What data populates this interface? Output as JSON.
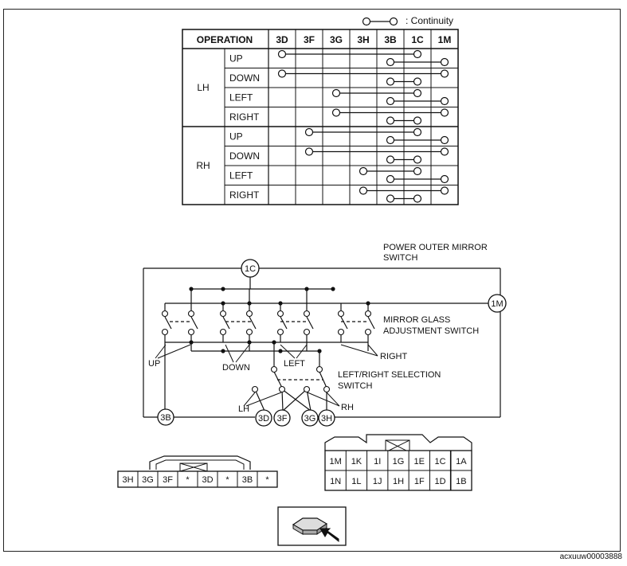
{
  "legend": {
    "text": ": Continuity"
  },
  "table": {
    "header": "OPERATION",
    "terminals": [
      "3D",
      "3F",
      "3G",
      "3H",
      "3B",
      "1C",
      "1M"
    ],
    "groups": [
      {
        "name": "LH",
        "ops": [
          "UP",
          "DOWN",
          "LEFT",
          "RIGHT"
        ]
      },
      {
        "name": "RH",
        "ops": [
          "UP",
          "DOWN",
          "LEFT",
          "RIGHT"
        ]
      }
    ],
    "continuity": [
      [
        [
          "3D",
          "1C"
        ],
        [
          "3B",
          "1M"
        ]
      ],
      [
        [
          "3D",
          "1M"
        ],
        [
          "3B",
          "1C"
        ]
      ],
      [
        [
          "3G",
          "1C"
        ],
        [
          "3B",
          "1M"
        ]
      ],
      [
        [
          "3G",
          "1M"
        ],
        [
          "3B",
          "1C"
        ]
      ],
      [
        [
          "3F",
          "1C"
        ],
        [
          "3B",
          "1M"
        ]
      ],
      [
        [
          "3F",
          "1M"
        ],
        [
          "3B",
          "1C"
        ]
      ],
      [
        [
          "3H",
          "1C"
        ],
        [
          "3B",
          "1M"
        ]
      ],
      [
        [
          "3H",
          "1M"
        ],
        [
          "3B",
          "1C"
        ]
      ]
    ]
  },
  "schematic": {
    "title_line1": "POWER OUTER MIRROR",
    "title_line2": "SWITCH",
    "label_mirror_glass_1": "MIRROR GLASS",
    "label_mirror_glass_2": "ADJUSTMENT SWITCH",
    "label_selection_1": "LEFT/RIGHT SELECTION",
    "label_selection_2": "SWITCH",
    "label_up": "UP",
    "label_down": "DOWN",
    "label_left": "LEFT",
    "label_right": "RIGHT",
    "label_lh": "LH",
    "label_rh": "RH",
    "terminal_1c": "1C",
    "terminal_1m": "1M",
    "terminal_3b": "3B",
    "terminal_3d": "3D",
    "terminal_3f": "3F",
    "terminal_3g": "3G",
    "terminal_3h": "3H"
  },
  "connector_left": {
    "pins": [
      "3H",
      "3G",
      "3F",
      "*",
      "3D",
      "*",
      "3B",
      "*"
    ]
  },
  "connector_right": {
    "row1": [
      "1M",
      "1K",
      "1I",
      "1G",
      "1E",
      "1C",
      "1A"
    ],
    "row2": [
      "1N",
      "1L",
      "1J",
      "1H",
      "1F",
      "1D",
      "1B"
    ]
  },
  "image_id": "acxuuw00003888"
}
